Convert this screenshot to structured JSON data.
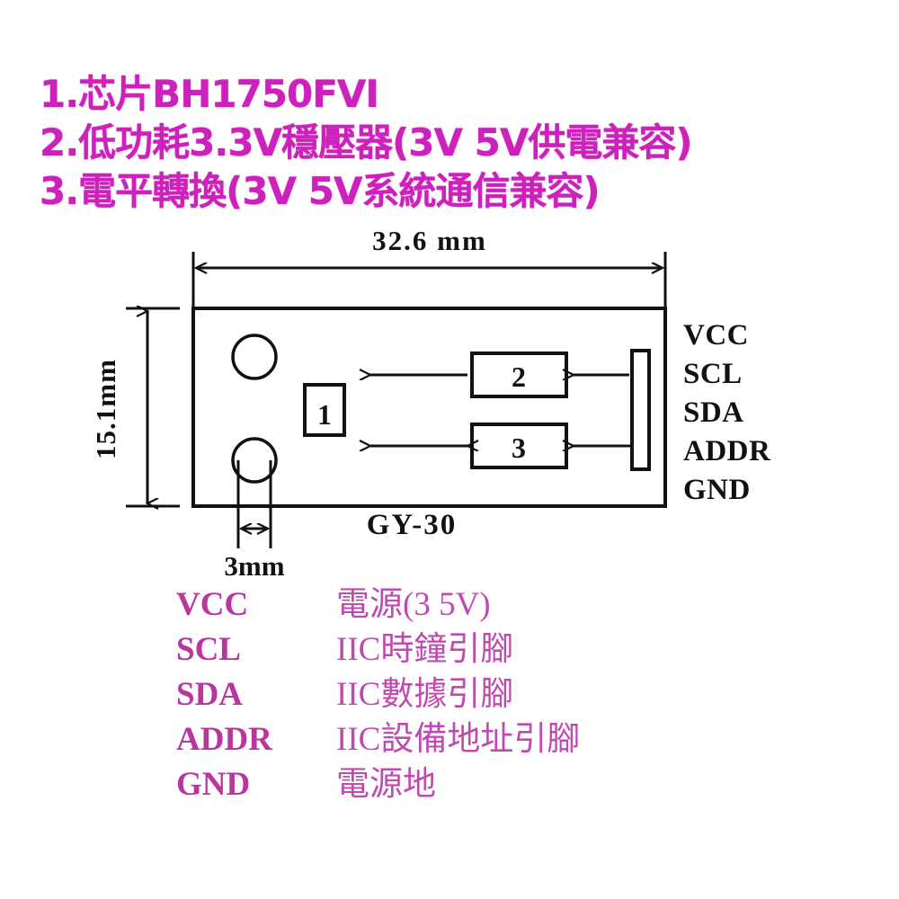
{
  "features": {
    "lines": [
      "1.芯片BH1750FVI",
      "2.低功耗3.3V穩壓器(3V 5V供電兼容)",
      "3.電平轉換(3V 5V系統通信兼容)"
    ]
  },
  "diagram": {
    "width_label": "32.6 mm",
    "height_label": "15.1mm",
    "hole_label": "3mm",
    "board_label": "GY-30",
    "component_markers": [
      "1",
      "2",
      "3"
    ],
    "line_color": "#111111"
  },
  "pin_labels": [
    "VCC",
    "SCL",
    "SDA",
    "ADDR",
    "GND"
  ],
  "pin_table": {
    "rows": [
      {
        "name": "VCC",
        "desc": "電源(3 5V)"
      },
      {
        "name": "SCL",
        "desc": "IIC時鐘引腳"
      },
      {
        "name": "SDA",
        "desc": "IIC數據引腳"
      },
      {
        "name": "ADDR",
        "desc": "IIC設備地址引腳"
      },
      {
        "name": "GND",
        "desc": "電源地"
      }
    ]
  },
  "colors": {
    "accent_magenta": "#cc22bb",
    "table_name": "#b8379f",
    "table_desc": "#c04bb0",
    "drawing_black": "#111111",
    "background": "#ffffff"
  }
}
